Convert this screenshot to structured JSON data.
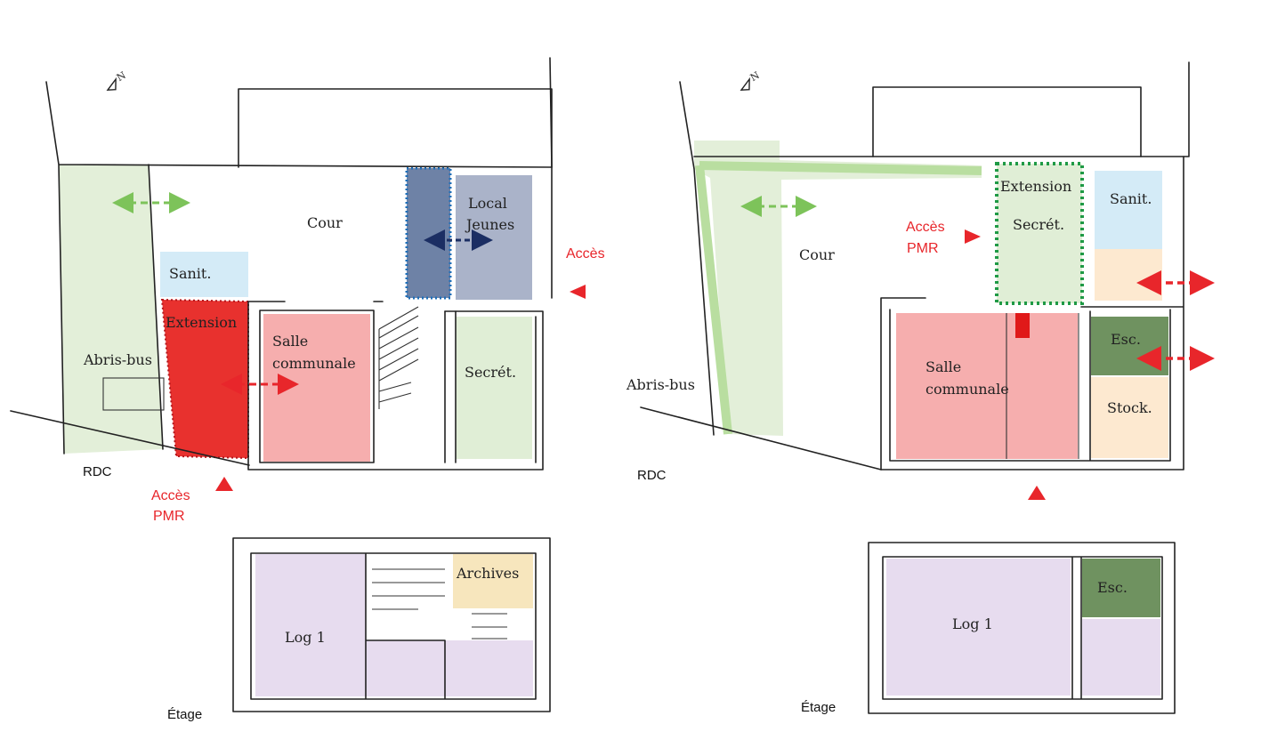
{
  "colors": {
    "green_light": "#e3efd9",
    "green_band": "#b9dea0",
    "sanit_blue": "#d4ebf7",
    "salle_pink": "#f6aeae",
    "extension_red": "#e8312e",
    "local_grey": "#aab3c9",
    "local_blue": "#6e82a6",
    "secret_green": "#e0eed6",
    "archives_yellow": "#f7e6bd",
    "log_purple": "#e7dcef",
    "esc_green": "#6f9260",
    "stock_peach": "#fde9d0",
    "access_red": "#e8262b",
    "arrow_green": "#7dc35a",
    "arrow_navy": "#1b2e63",
    "dotted_green": "#1f9a45",
    "dotted_blue": "#1f6fb8"
  },
  "icons": {
    "north_arrow": "north-arrow-icon",
    "access_triangle": "access-triangle-icon",
    "double_arrow": "double-arrow-icon"
  },
  "left_plan": {
    "ground": {
      "section_label": "RDC",
      "rooms": {
        "cour": "Cour",
        "sanit": "Sanit.",
        "extension": "Extension",
        "abris_bus": "Abris-bus",
        "salle_line1": "Salle",
        "salle_line2": "communale",
        "local_line1": "Local",
        "local_line2": "Jeunes",
        "secret": "Secrét."
      },
      "access_right": "Accès",
      "access_pmr_line1": "Accès",
      "access_pmr_line2": "PMR"
    },
    "upper": {
      "section_label": "Étage",
      "rooms": {
        "log": "Log 1",
        "archives": "Archives"
      }
    }
  },
  "right_plan": {
    "ground": {
      "section_label": "RDC",
      "rooms": {
        "cour": "Cour",
        "abris_bus": "Abris-bus",
        "extension": "Extension",
        "secret": "Secrét.",
        "sanit": "Sanit.",
        "esc": "Esc.",
        "stock": "Stock.",
        "salle_line1": "Salle",
        "salle_line2": "communale"
      },
      "access_pmr_line1": "Accès",
      "access_pmr_line2": "PMR"
    },
    "upper": {
      "section_label": "Étage",
      "rooms": {
        "log": "Log 1",
        "esc": "Esc."
      }
    }
  }
}
